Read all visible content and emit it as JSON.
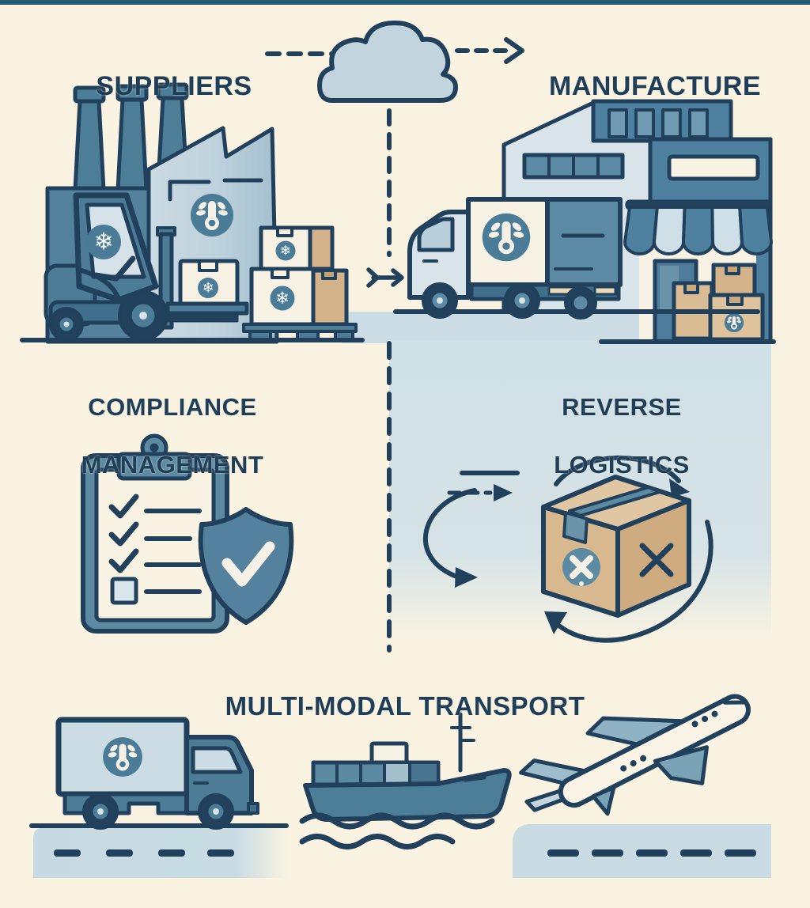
{
  "meta": {
    "description": "Cold-chain supply chain infographic",
    "palette": {
      "background": "#faf3e2",
      "top_bar": "#215c72",
      "outline_navy": "#21405c",
      "title_text": "#1f3e58",
      "steel_blue": "#4c7c96",
      "steel_blue_light": "#5d8aa3",
      "pale_blue": "#ccdce4",
      "backdrop_blue": "#cfe0e7",
      "cream_box": "#f8f2e5",
      "cardboard_tan": "#d4b28a",
      "badge_blue": "#4a7b97"
    }
  },
  "sections": {
    "suppliers": {
      "label": "SUPPLIERS"
    },
    "manufacture": {
      "label": "MANUFACTURE"
    },
    "compliance": {
      "line1": "COMPLIANCE",
      "line2": "MANAGEMENT"
    },
    "reverse": {
      "line1": "REVERSE",
      "line2": "LOGISTICS"
    },
    "multimodal": {
      "label": "MULTI-MODAL TRANSPORT"
    }
  },
  "icons": [
    "cloud-icon",
    "factory-icon",
    "forklift-icon",
    "snowflake-badge-icon",
    "thermometer-badge-icon",
    "pallet-boxes-icon",
    "delivery-truck-icon",
    "warehouse-icon",
    "storefront-icon",
    "clipboard-checklist-icon",
    "shield-check-icon",
    "return-box-icon",
    "x-badge-icon",
    "cycle-arrows-icon",
    "box-truck-icon",
    "cargo-ship-icon",
    "airplane-icon",
    "flow-arrow-icon",
    "dashed-divider"
  ],
  "flow": {
    "from": "SUPPLIERS",
    "via": "cloud",
    "to": "MANUFACTURE"
  }
}
